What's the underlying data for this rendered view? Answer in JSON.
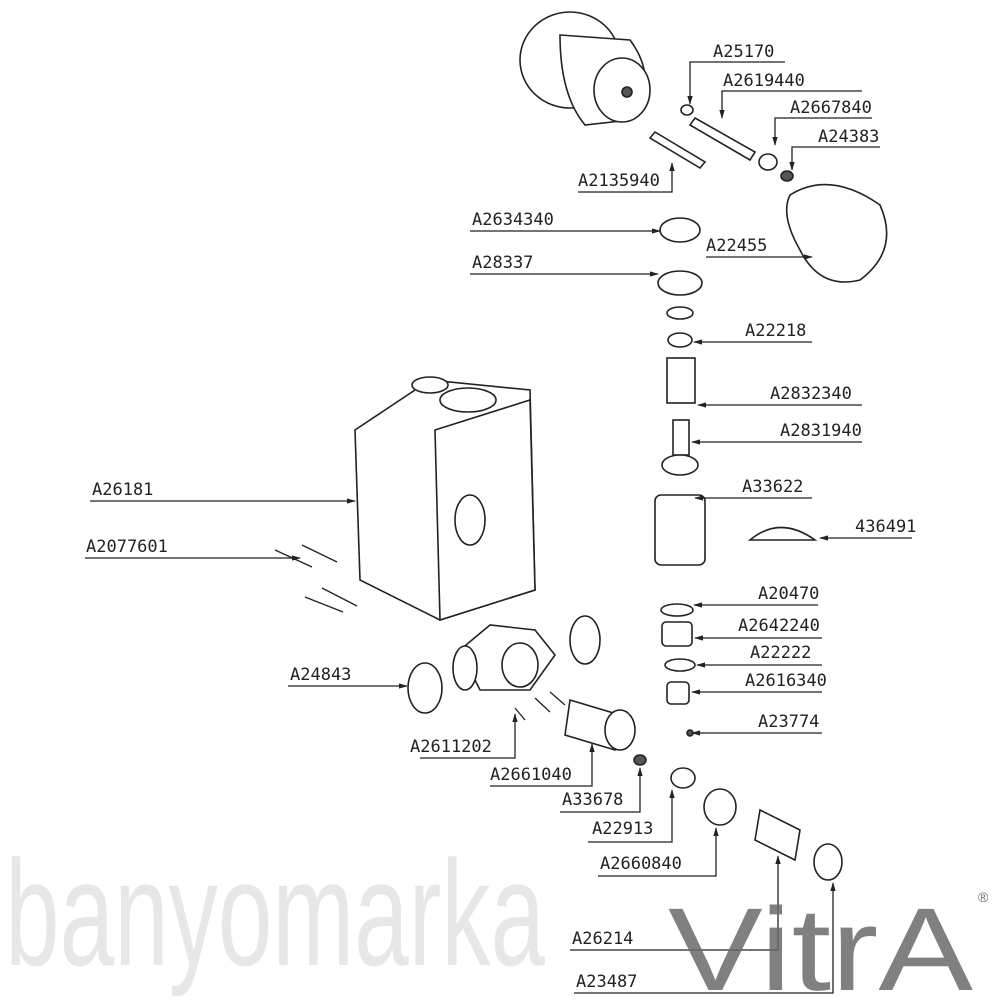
{
  "title": "Exploded parts diagram",
  "watermark": "banyomarka",
  "brand_logo": "VitrA",
  "registered_mark": "®",
  "parts": [
    "A25170",
    "A2619440",
    "A2667840",
    "A24383",
    "A2135940",
    "A2634340",
    "A22455",
    "A28337",
    "A22218",
    "A2832340",
    "A2831940",
    "A33622",
    "436491",
    "A20470",
    "A2642240",
    "A22222",
    "A2616340",
    "A23774",
    "A26181",
    "A2077601",
    "A24843",
    "A2611202",
    "A2661040",
    "A33678",
    "A22913",
    "A2660840",
    "A26214",
    "A23487"
  ]
}
